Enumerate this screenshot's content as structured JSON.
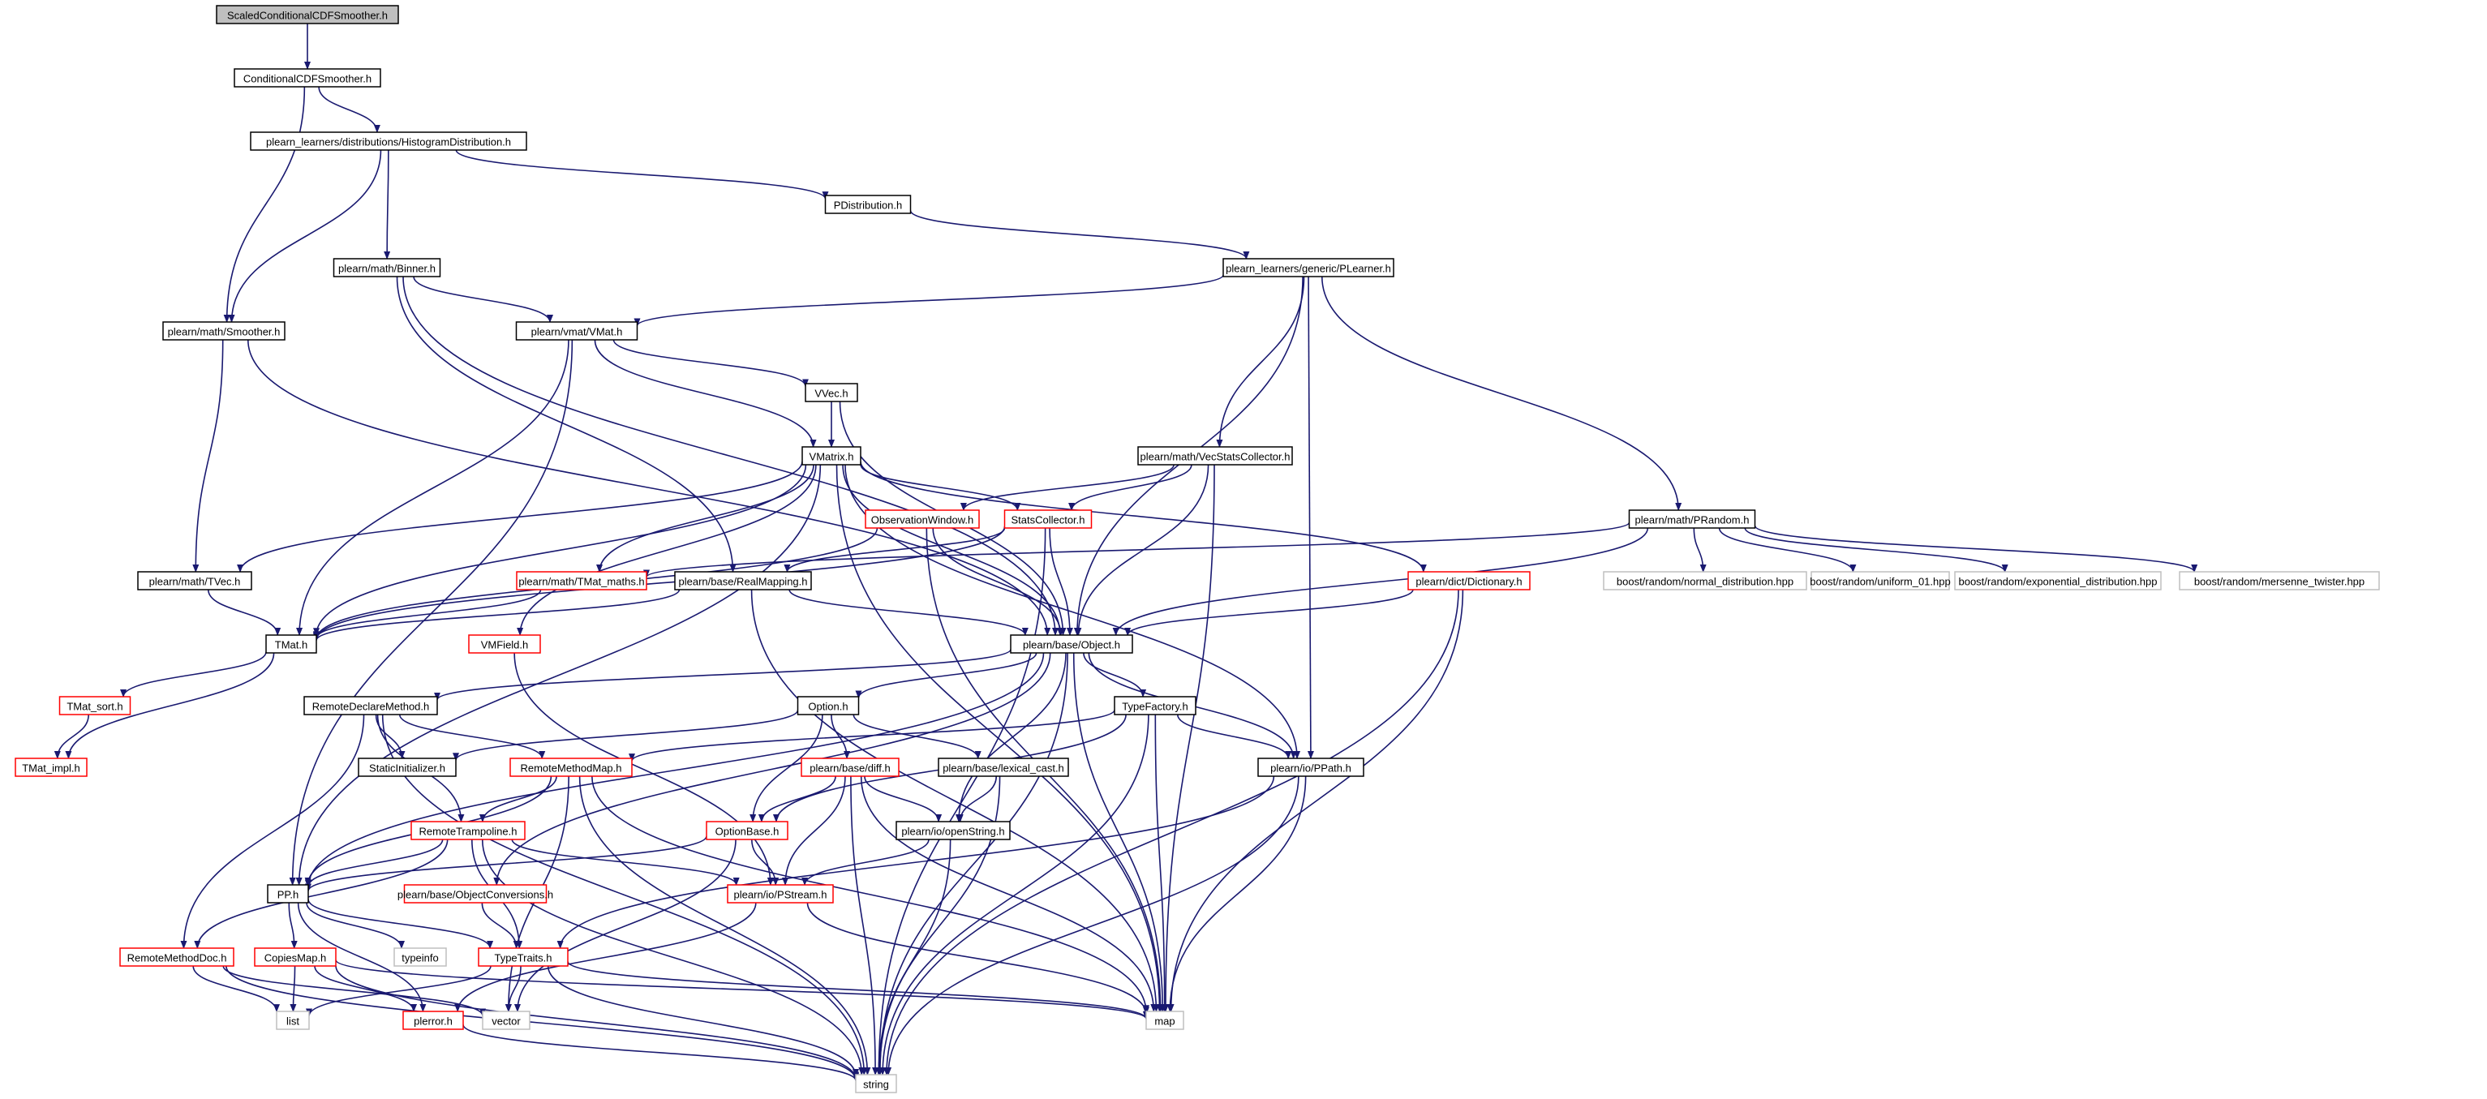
{
  "colors": {
    "edge": "#191970",
    "box_default": "#000000",
    "box_red": "#ff0000",
    "box_gray": "#bfbfbf",
    "fill_root": "#bfbfbf",
    "fill_default": "#ffffff"
  },
  "nodes": [
    {
      "id": "n0",
      "label": "ScaledConditionalCDFSmoother.h",
      "style": "root"
    },
    {
      "id": "n1",
      "label": "ConditionalCDFSmoother.h",
      "style": "black"
    },
    {
      "id": "n2",
      "label": "plearn_learners/distributions/HistogramDistribution.h",
      "style": "black"
    },
    {
      "id": "n3",
      "label": "PDistribution.h",
      "style": "black"
    },
    {
      "id": "n4",
      "label": "plearn/math/Binner.h",
      "style": "black"
    },
    {
      "id": "n5",
      "label": "plearn_learners/generic/PLearner.h",
      "style": "black"
    },
    {
      "id": "n6",
      "label": "plearn/math/Smoother.h",
      "style": "black"
    },
    {
      "id": "n7",
      "label": "plearn/vmat/VMat.h",
      "style": "black"
    },
    {
      "id": "n8",
      "label": "VVec.h",
      "style": "black"
    },
    {
      "id": "n9",
      "label": "VMatrix.h",
      "style": "black"
    },
    {
      "id": "n10",
      "label": "plearn/math/VecStatsCollector.h",
      "style": "black"
    },
    {
      "id": "n11",
      "label": "ObservationWindow.h",
      "style": "red"
    },
    {
      "id": "n12",
      "label": "StatsCollector.h",
      "style": "red"
    },
    {
      "id": "n13",
      "label": "plearn/math/PRandom.h",
      "style": "black"
    },
    {
      "id": "n14",
      "label": "plearn/math/TVec.h",
      "style": "black"
    },
    {
      "id": "n15",
      "label": "plearn/math/TMat_maths.h",
      "style": "red"
    },
    {
      "id": "n16",
      "label": "plearn/base/RealMapping.h",
      "style": "black"
    },
    {
      "id": "n17",
      "label": "plearn/dict/Dictionary.h",
      "style": "red"
    },
    {
      "id": "n18",
      "label": "boost/random/normal_distribution.hpp",
      "style": "gray"
    },
    {
      "id": "n19",
      "label": "boost/random/uniform_01.hpp",
      "style": "gray"
    },
    {
      "id": "n20",
      "label": "boost/random/exponential_distribution.hpp",
      "style": "gray"
    },
    {
      "id": "n21",
      "label": "boost/random/mersenne_twister.hpp",
      "style": "gray"
    },
    {
      "id": "n22",
      "label": "TMat.h",
      "style": "black"
    },
    {
      "id": "n23",
      "label": "VMField.h",
      "style": "red"
    },
    {
      "id": "n24",
      "label": "plearn/base/Object.h",
      "style": "black"
    },
    {
      "id": "n25",
      "label": "TMat_sort.h",
      "style": "red"
    },
    {
      "id": "n26",
      "label": "RemoteDeclareMethod.h",
      "style": "black"
    },
    {
      "id": "n27",
      "label": "Option.h",
      "style": "black"
    },
    {
      "id": "n28",
      "label": "TypeFactory.h",
      "style": "black"
    },
    {
      "id": "n29",
      "label": "TMat_impl.h",
      "style": "red"
    },
    {
      "id": "n30",
      "label": "StaticInitializer.h",
      "style": "black"
    },
    {
      "id": "n31",
      "label": "RemoteMethodMap.h",
      "style": "red"
    },
    {
      "id": "n32",
      "label": "plearn/base/diff.h",
      "style": "red"
    },
    {
      "id": "n33",
      "label": "plearn/base/lexical_cast.h",
      "style": "black"
    },
    {
      "id": "n34",
      "label": "plearn/io/PPath.h",
      "style": "black"
    },
    {
      "id": "n35",
      "label": "OptionBase.h",
      "style": "red"
    },
    {
      "id": "n36",
      "label": "plearn/io/openString.h",
      "style": "black"
    },
    {
      "id": "n37",
      "label": "RemoteTrampoline.h",
      "style": "red"
    },
    {
      "id": "n38",
      "label": "PP.h",
      "style": "black"
    },
    {
      "id": "n39",
      "label": "plearn/base/ObjectConversions.h",
      "style": "red"
    },
    {
      "id": "n40",
      "label": "plearn/io/PStream.h",
      "style": "red"
    },
    {
      "id": "n41",
      "label": "RemoteMethodDoc.h",
      "style": "red"
    },
    {
      "id": "n42",
      "label": "CopiesMap.h",
      "style": "red"
    },
    {
      "id": "n43",
      "label": "typeinfo",
      "style": "gray"
    },
    {
      "id": "n44",
      "label": "TypeTraits.h",
      "style": "red"
    },
    {
      "id": "n45",
      "label": "list",
      "style": "gray"
    },
    {
      "id": "n46",
      "label": "plerror.h",
      "style": "red"
    },
    {
      "id": "n47",
      "label": "vector",
      "style": "gray"
    },
    {
      "id": "n48",
      "label": "map",
      "style": "gray"
    },
    {
      "id": "n49",
      "label": "string",
      "style": "gray"
    }
  ],
  "edges": [
    [
      "n0",
      "n1"
    ],
    [
      "n1",
      "n2"
    ],
    [
      "n1",
      "n6"
    ],
    [
      "n2",
      "n3"
    ],
    [
      "n2",
      "n4"
    ],
    [
      "n2",
      "n6"
    ],
    [
      "n3",
      "n5"
    ],
    [
      "n4",
      "n7"
    ],
    [
      "n4",
      "n16"
    ],
    [
      "n4",
      "n24"
    ],
    [
      "n5",
      "n7"
    ],
    [
      "n5",
      "n10"
    ],
    [
      "n5",
      "n13"
    ],
    [
      "n5",
      "n24"
    ],
    [
      "n5",
      "n34"
    ],
    [
      "n6",
      "n14"
    ],
    [
      "n6",
      "n24"
    ],
    [
      "n7",
      "n8"
    ],
    [
      "n7",
      "n9"
    ],
    [
      "n7",
      "n22"
    ],
    [
      "n7",
      "n38"
    ],
    [
      "n8",
      "n9"
    ],
    [
      "n8",
      "n24"
    ],
    [
      "n9",
      "n12"
    ],
    [
      "n9",
      "n14"
    ],
    [
      "n9",
      "n15"
    ],
    [
      "n9",
      "n17"
    ],
    [
      "n9",
      "n22"
    ],
    [
      "n9",
      "n23"
    ],
    [
      "n9",
      "n24"
    ],
    [
      "n9",
      "n34"
    ],
    [
      "n9",
      "n38"
    ],
    [
      "n9",
      "n48"
    ],
    [
      "n10",
      "n11"
    ],
    [
      "n10",
      "n12"
    ],
    [
      "n10",
      "n24"
    ],
    [
      "n10",
      "n48"
    ],
    [
      "n11",
      "n22"
    ],
    [
      "n11",
      "n24"
    ],
    [
      "n11",
      "n48"
    ],
    [
      "n12",
      "n16"
    ],
    [
      "n12",
      "n22"
    ],
    [
      "n12",
      "n24"
    ],
    [
      "n12",
      "n49"
    ],
    [
      "n13",
      "n15"
    ],
    [
      "n13",
      "n18"
    ],
    [
      "n13",
      "n19"
    ],
    [
      "n13",
      "n20"
    ],
    [
      "n13",
      "n21"
    ],
    [
      "n13",
      "n24"
    ],
    [
      "n14",
      "n22"
    ],
    [
      "n15",
      "n22"
    ],
    [
      "n16",
      "n22"
    ],
    [
      "n16",
      "n24"
    ],
    [
      "n16",
      "n48"
    ],
    [
      "n17",
      "n24"
    ],
    [
      "n17",
      "n48"
    ],
    [
      "n17",
      "n49"
    ],
    [
      "n22",
      "n25"
    ],
    [
      "n22",
      "n29"
    ],
    [
      "n25",
      "n29"
    ],
    [
      "n23",
      "n40"
    ],
    [
      "n24",
      "n26"
    ],
    [
      "n24",
      "n27"
    ],
    [
      "n24",
      "n28"
    ],
    [
      "n24",
      "n34"
    ],
    [
      "n24",
      "n36"
    ],
    [
      "n24",
      "n38"
    ],
    [
      "n24",
      "n39"
    ],
    [
      "n24",
      "n48"
    ],
    [
      "n24",
      "n49"
    ],
    [
      "n26",
      "n30"
    ],
    [
      "n26",
      "n31"
    ],
    [
      "n26",
      "n37"
    ],
    [
      "n26",
      "n41"
    ],
    [
      "n26",
      "n49"
    ],
    [
      "n27",
      "n30"
    ],
    [
      "n27",
      "n32"
    ],
    [
      "n27",
      "n33"
    ],
    [
      "n27",
      "n35"
    ],
    [
      "n28",
      "n31"
    ],
    [
      "n28",
      "n34"
    ],
    [
      "n28",
      "n35"
    ],
    [
      "n28",
      "n48"
    ],
    [
      "n28",
      "n49"
    ],
    [
      "n31",
      "n37"
    ],
    [
      "n31",
      "n38"
    ],
    [
      "n31",
      "n47"
    ],
    [
      "n31",
      "n48"
    ],
    [
      "n31",
      "n49"
    ],
    [
      "n32",
      "n35"
    ],
    [
      "n32",
      "n36"
    ],
    [
      "n32",
      "n40"
    ],
    [
      "n32",
      "n48"
    ],
    [
      "n32",
      "n49"
    ],
    [
      "n33",
      "n36"
    ],
    [
      "n33",
      "n49"
    ],
    [
      "n34",
      "n44"
    ],
    [
      "n34",
      "n48"
    ],
    [
      "n34",
      "n49"
    ],
    [
      "n35",
      "n38"
    ],
    [
      "n35",
      "n40"
    ],
    [
      "n35",
      "n47"
    ],
    [
      "n36",
      "n40"
    ],
    [
      "n36",
      "n49"
    ],
    [
      "n37",
      "n38"
    ],
    [
      "n37",
      "n40"
    ],
    [
      "n37",
      "n41"
    ],
    [
      "n37",
      "n44"
    ],
    [
      "n37",
      "n49"
    ],
    [
      "n38",
      "n42"
    ],
    [
      "n38",
      "n43"
    ],
    [
      "n38",
      "n44"
    ],
    [
      "n38",
      "n46"
    ],
    [
      "n39",
      "n44"
    ],
    [
      "n40",
      "n46"
    ],
    [
      "n40",
      "n48"
    ],
    [
      "n41",
      "n45"
    ],
    [
      "n41",
      "n47"
    ],
    [
      "n41",
      "n49"
    ],
    [
      "n42",
      "n45"
    ],
    [
      "n42",
      "n46"
    ],
    [
      "n42",
      "n48"
    ],
    [
      "n42",
      "n49"
    ],
    [
      "n44",
      "n45"
    ],
    [
      "n44",
      "n47"
    ],
    [
      "n44",
      "n48"
    ],
    [
      "n44",
      "n49"
    ],
    [
      "n46",
      "n49"
    ]
  ]
}
